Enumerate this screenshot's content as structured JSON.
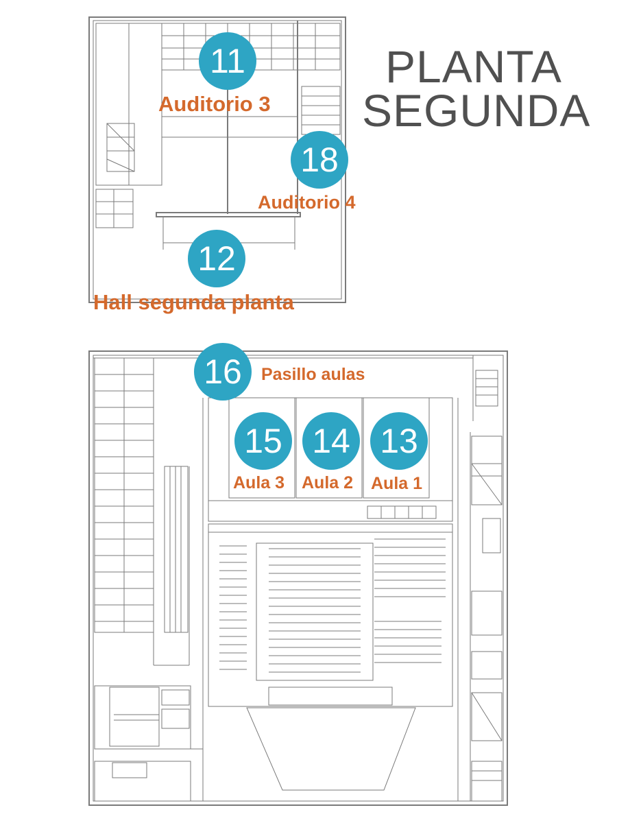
{
  "title": {
    "line1": "PLANTA",
    "line2": "SEGUNDA"
  },
  "colors": {
    "marker": "#2ea5c4",
    "label": "#d4692c",
    "title": "#505050",
    "lines": "#7a7a7a"
  },
  "rooms": [
    {
      "number": "11",
      "label": "Auditorio 3"
    },
    {
      "number": "18",
      "label": "Auditorio 4"
    },
    {
      "number": "12",
      "label": "Hall segunda planta"
    },
    {
      "number": "16",
      "label": "Pasillo aulas"
    },
    {
      "number": "15",
      "label": "Aula 3"
    },
    {
      "number": "14",
      "label": "Aula 2"
    },
    {
      "number": "13",
      "label": "Aula 1"
    }
  ]
}
